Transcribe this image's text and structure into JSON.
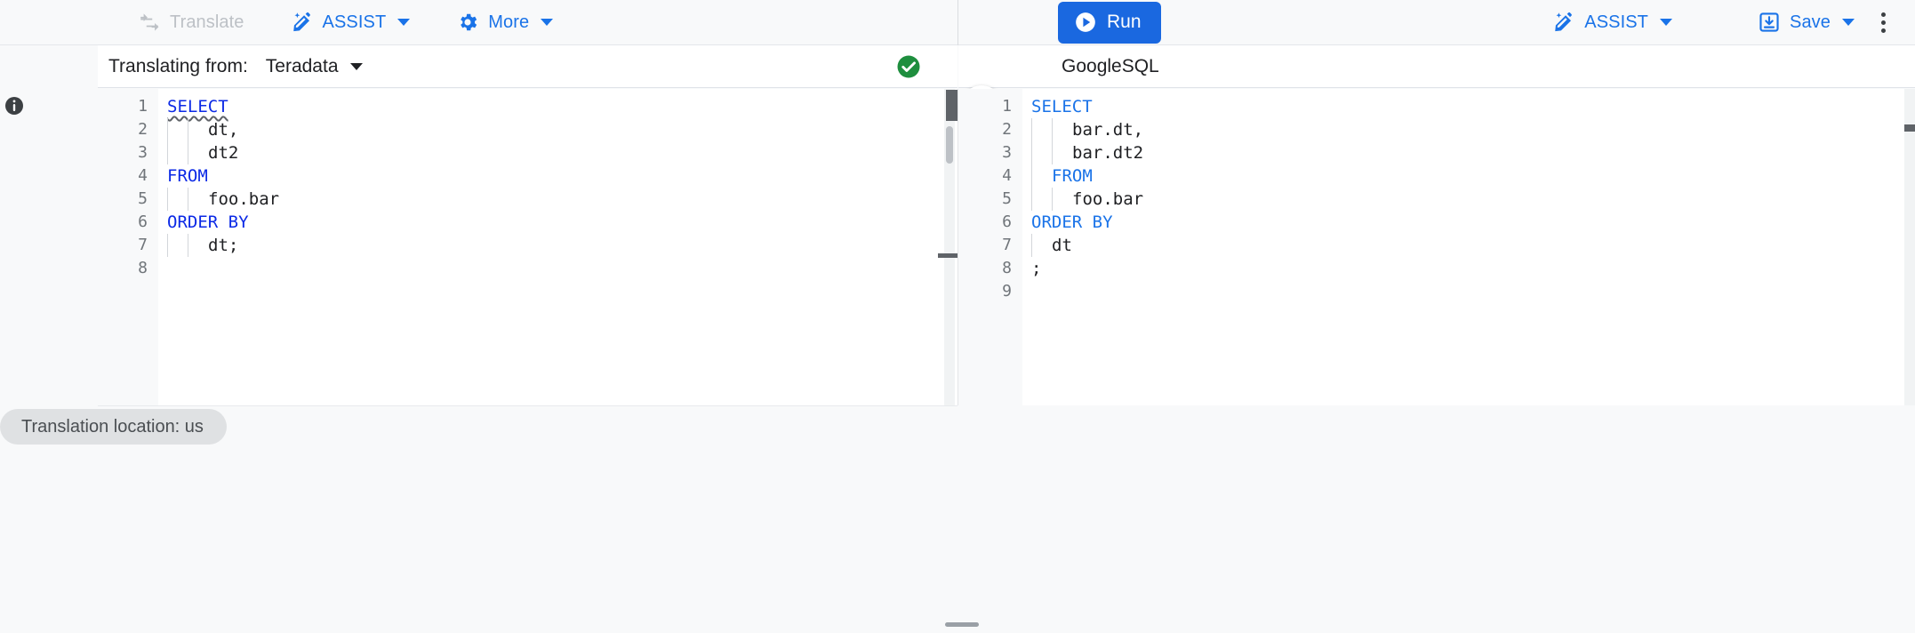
{
  "toolbar": {
    "left_buttons": [
      {
        "name": "translate",
        "label": "Translate",
        "icon": "swap-horizontal-icon",
        "disabled": true,
        "caret": false
      },
      {
        "name": "assist",
        "label": "ASSIST",
        "icon": "magic-pencil-icon",
        "disabled": false,
        "caret": true
      },
      {
        "name": "more",
        "label": "More",
        "icon": "gear-icon",
        "disabled": false,
        "caret": true
      }
    ],
    "run_label": "Run",
    "run_icon": "play-circle-icon",
    "right_buttons": [
      {
        "name": "assist",
        "label": "ASSIST",
        "icon": "magic-pencil-icon",
        "caret": true
      },
      {
        "name": "save",
        "label": "Save",
        "icon": "save-download-icon",
        "caret": true
      }
    ],
    "overflow_icon": "kebab-menu-icon"
  },
  "source_panel": {
    "lead_label": "Translating from:",
    "dialect": "Teradata",
    "status_icon": "check-circle-icon",
    "status_color": "#1e8e3e",
    "line_numbers": [
      "1",
      "2",
      "3",
      "4",
      "5",
      "6",
      "7",
      "8"
    ],
    "gutter_icon": "info-icon",
    "lines": [
      {
        "indent": 0,
        "guides": 0,
        "tokens": [
          {
            "t": "SELECT",
            "kw": true,
            "squiggle": true
          }
        ]
      },
      {
        "indent": 2,
        "guides": 2,
        "tokens": [
          {
            "t": "dt,",
            "kw": false,
            "squiggle": false
          }
        ]
      },
      {
        "indent": 2,
        "guides": 2,
        "tokens": [
          {
            "t": "dt2",
            "kw": false,
            "squiggle": false
          }
        ]
      },
      {
        "indent": 0,
        "guides": 0,
        "tokens": [
          {
            "t": "FROM",
            "kw": true,
            "squiggle": false
          }
        ]
      },
      {
        "indent": 2,
        "guides": 2,
        "tokens": [
          {
            "t": "foo.bar",
            "kw": false,
            "squiggle": false
          }
        ]
      },
      {
        "indent": 0,
        "guides": 0,
        "tokens": [
          {
            "t": "ORDER BY",
            "kw": true,
            "squiggle": false
          }
        ]
      },
      {
        "indent": 2,
        "guides": 2,
        "tokens": [
          {
            "t": "dt;",
            "kw": false,
            "squiggle": false
          }
        ]
      },
      {
        "indent": 0,
        "guides": 0,
        "tokens": []
      }
    ]
  },
  "target_panel": {
    "dialect": "GoogleSQL",
    "line_numbers": [
      "1",
      "2",
      "3",
      "4",
      "5",
      "6",
      "7",
      "8",
      "9"
    ],
    "assist_fab_icon": "magic-pencil-icon",
    "lines": [
      {
        "indent": 0,
        "guides": 0,
        "tokens": [
          {
            "t": "SELECT",
            "kw": true
          }
        ]
      },
      {
        "indent": 2,
        "guides": 2,
        "tokens": [
          {
            "t": "bar.dt,",
            "kw": false
          }
        ]
      },
      {
        "indent": 2,
        "guides": 2,
        "tokens": [
          {
            "t": "bar.dt2",
            "kw": false
          }
        ]
      },
      {
        "indent": 1,
        "guides": 1,
        "tokens": [
          {
            "t": "FROM",
            "kw": true
          }
        ]
      },
      {
        "indent": 2,
        "guides": 2,
        "tokens": [
          {
            "t": "foo.bar",
            "kw": false
          }
        ]
      },
      {
        "indent": 0,
        "guides": 0,
        "tokens": [
          {
            "t": "ORDER BY",
            "kw": true
          }
        ]
      },
      {
        "indent": 1,
        "guides": 1,
        "tokens": [
          {
            "t": "dt",
            "kw": false
          }
        ]
      },
      {
        "indent": 0,
        "guides": 0,
        "tokens": [
          {
            "t": ";",
            "kw": false
          }
        ]
      },
      {
        "indent": 0,
        "guides": 0,
        "tokens": []
      }
    ]
  },
  "footer": {
    "status_text": "Translation location: us",
    "drag_handle": "horizontal-resize-handle"
  },
  "colors": {
    "accent": "#1a73e8",
    "run_bg": "#1a68e0",
    "success": "#1e8e3e",
    "keyword": "#0b29e6",
    "surface": "#f8f9fa"
  }
}
